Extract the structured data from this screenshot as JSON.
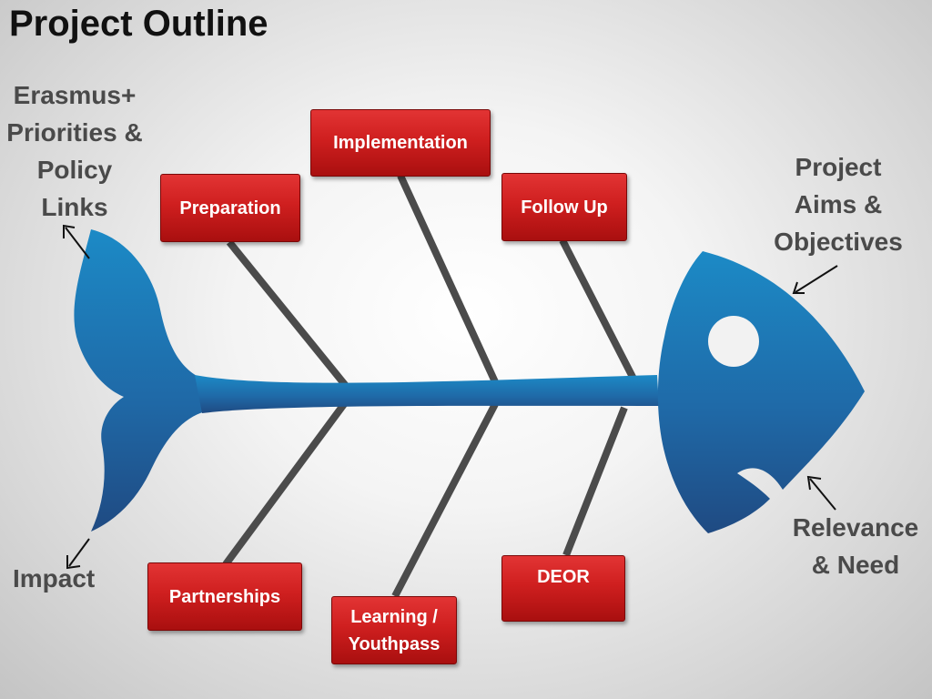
{
  "title": "Project Outline",
  "labels": {
    "erasmus": "Erasmus+\nPriorities &\nPolicy\nLinks",
    "aims": "Project\nAims &\nObjectives",
    "impact": "Impact",
    "relevance": "Relevance\n& Need"
  },
  "boxes": {
    "preparation": "Preparation",
    "implementation": "Implementation",
    "follow_up": "Follow Up",
    "partnerships": "Partnerships",
    "learning": "Learning /\nYouthpass",
    "deor": "DEOR"
  },
  "colors": {
    "fish_top": "#1a86c2",
    "fish_bottom": "#1f4d86",
    "box_red": "#cf1f1f",
    "bone": "#4a4a4a"
  }
}
